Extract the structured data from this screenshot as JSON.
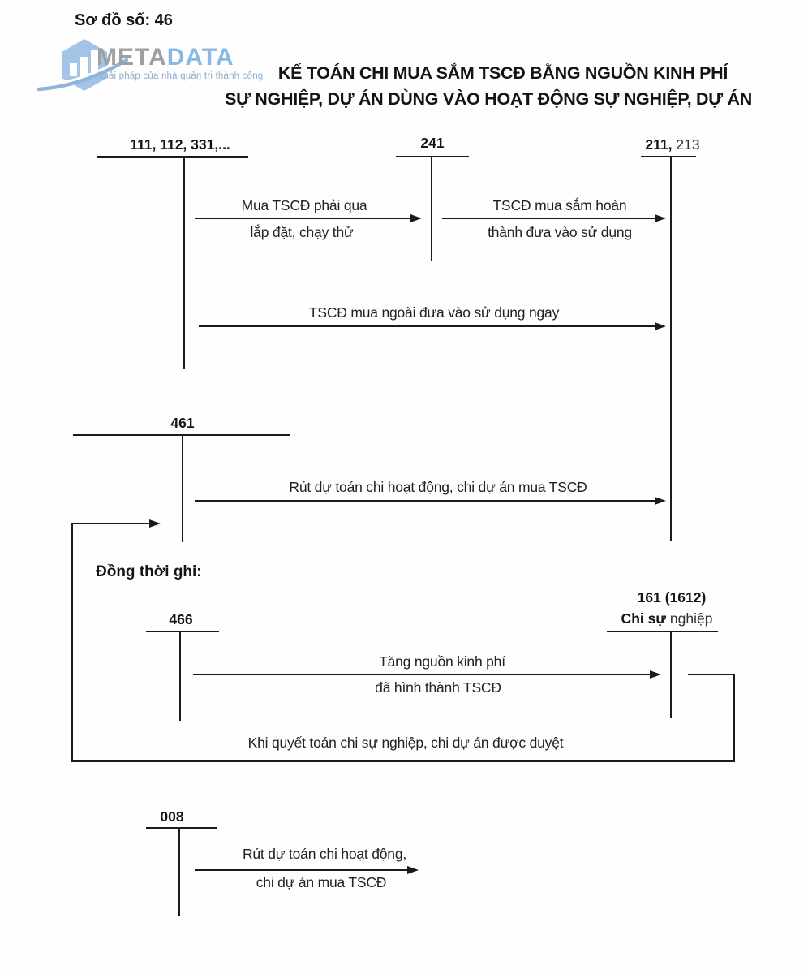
{
  "page": {
    "scheme_label": "Sơ đồ số: 46",
    "title_line1": "KẾ TOÁN CHI MUA SẮM TSCĐ BẰNG NGUỒN KINH PHÍ",
    "title_line2": "SỰ NGHIỆP, DỰ ÁN DÙNG VÀO HOẠT ĐỘNG SỰ NGHIỆP, DỰ ÁN"
  },
  "logo": {
    "brand_gray": "META",
    "brand_blue": "DATA",
    "tagline": "Giải pháp của nhà quản trị thành công",
    "colors": {
      "hexagon_blue": "#a3c4e6",
      "swoosh_blue": "#8fb4d9",
      "brand_gray": "#9d9fa2",
      "brand_blue": "#89b8e6",
      "tagline_blue": "#8faecd"
    }
  },
  "accounts": {
    "a111": {
      "label": "111, 112, 331,..."
    },
    "a241": {
      "label": "241"
    },
    "a211": {
      "label_bold": "211,",
      "label_light": "213"
    },
    "a461": {
      "label": "461"
    },
    "a466": {
      "label": "466"
    },
    "a161": {
      "label": "161 (1612)",
      "sublabel_bold": "Chi sự",
      "sublabel_rest": " nghiệp"
    },
    "a008": {
      "label": "008"
    }
  },
  "flows": {
    "f1": {
      "line1": "Mua TSCĐ phải qua",
      "line2": "lắp đặt, chạy thử"
    },
    "f2": {
      "line1": "TSCĐ  mua sắm hoàn",
      "line2": "thành đưa vào sử dụng"
    },
    "f3": {
      "label": "TSCĐ mua ngoài đưa vào sử dụng ngay"
    },
    "f4": {
      "label": "Rút dự toán chi hoạt động, chi dự án mua TSCĐ"
    },
    "f5": {
      "line1": "Tăng nguồn kinh phí",
      "line2": "đã hình thành TSCĐ"
    },
    "f6": {
      "label": "Khi quyết toán chi sự nghiệp, chi dự án được duyệt"
    },
    "f7": {
      "line1": "Rút dự toán chi hoạt động,",
      "line2": "chi dự án mua TSCĐ"
    }
  },
  "notes": {
    "simultaneous": "Đồng thời ghi:"
  }
}
